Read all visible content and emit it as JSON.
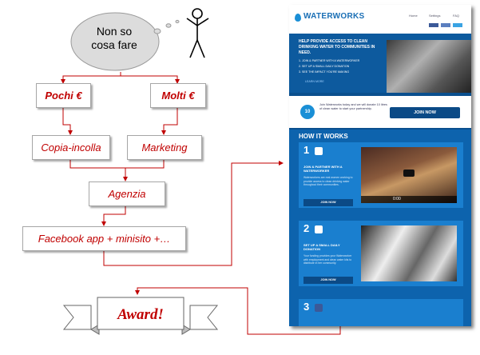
{
  "thought": {
    "text_line1": "Non so",
    "text_line2": "cosa fare"
  },
  "nodes": {
    "pochi": "Pochi €",
    "molti": "Molti €",
    "copia": "Copia-incolla",
    "marketing": "Marketing",
    "agenzia": "Agenzia",
    "facebook": "Facebook app + minisito +…",
    "award": "Award!"
  },
  "colors": {
    "arrow": "#c00000",
    "text": "#c00000",
    "panel": "#0a4f8e"
  },
  "screenshot": {
    "logo": "WATERWORKS",
    "nav": [
      "Home",
      "Settings",
      "FAQ"
    ],
    "hero_title": "HELP PROVIDE ACCESS TO CLEAN DRINKING WATER TO COMMUNITIES IN NEED.",
    "hero_steps": [
      "1. JOIN & PARTNER WITH A WATERWORKER",
      "2. SET UP A SMALL DAILY DONATION",
      "3. SEE THE IMPACT YOU'RE MAKING"
    ],
    "learn_more": "LEARN MORE",
    "join_badge": "10",
    "join_text": "Join Waterworks today and we will donate 10 litres of clean water to start your partnership.",
    "join_button": "JOIN NOW",
    "how_title": "HOW IT WORKS",
    "steps": [
      {
        "num": "1",
        "heading": "JOIN & PARTNER WITH A WATERWORKER",
        "body": "Waterworkers are real women working to provide access to clean drinking water throughout their communities.",
        "button": "JOIN NOW",
        "time": "0:00"
      },
      {
        "num": "2",
        "heading": "SET UP A SMALL DAILY DONATION",
        "body": "Your funding provides your Waterworker with employment and clean water kits to distribute in her community.",
        "button": "JOIN NOW"
      },
      {
        "num": "3"
      }
    ]
  }
}
